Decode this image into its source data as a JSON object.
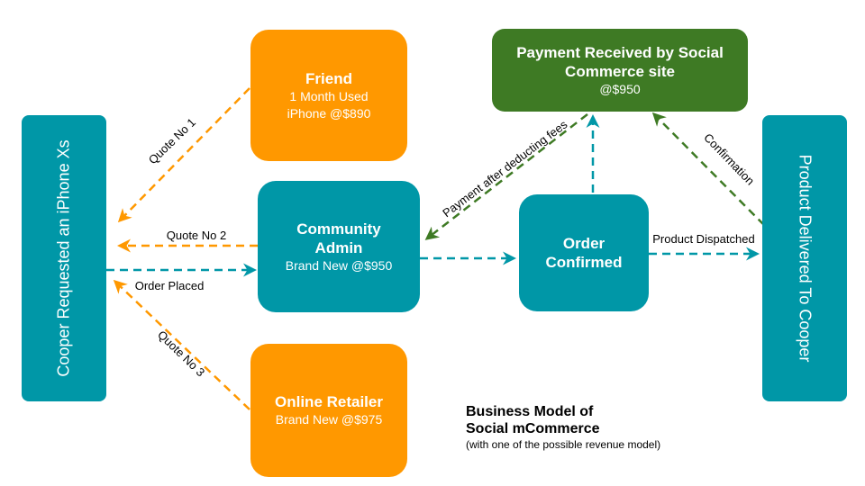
{
  "nodes": {
    "cooper": {
      "label": "Cooper Requested an iPhone Xs"
    },
    "friend": {
      "title": "Friend",
      "line1": "1 Month Used",
      "line2": "iPhone @$890"
    },
    "community_admin": {
      "title_line1": "Community",
      "title_line2": "Admin",
      "line1": "Brand New @$950"
    },
    "online_retailer": {
      "title": "Online Retailer",
      "line1": "Brand New @$975"
    },
    "order_confirmed": {
      "title_line1": "Order",
      "title_line2": "Confirmed"
    },
    "payment_received": {
      "title_line1": "Payment Received by Social",
      "title_line2": "Commerce site",
      "line1": "@$950"
    },
    "product_delivered": {
      "label": "Product Delivered To Cooper"
    }
  },
  "edges": {
    "quote1": "Quote No 1",
    "quote2": "Quote No 2",
    "quote3": "Quote No  3",
    "order_placed": "Order Placed",
    "payment_after_fees": "Payment after deducting fees",
    "product_dispatched": "Product Dispatched",
    "confirmation": "Confirmation"
  },
  "caption": {
    "line1": "Business Model of",
    "line2": "Social mCommerce",
    "line3": "(with one of the possible revenue model)"
  },
  "colors": {
    "teal": "#0097a7",
    "orange": "#ff9800",
    "green": "#3e7a24"
  }
}
